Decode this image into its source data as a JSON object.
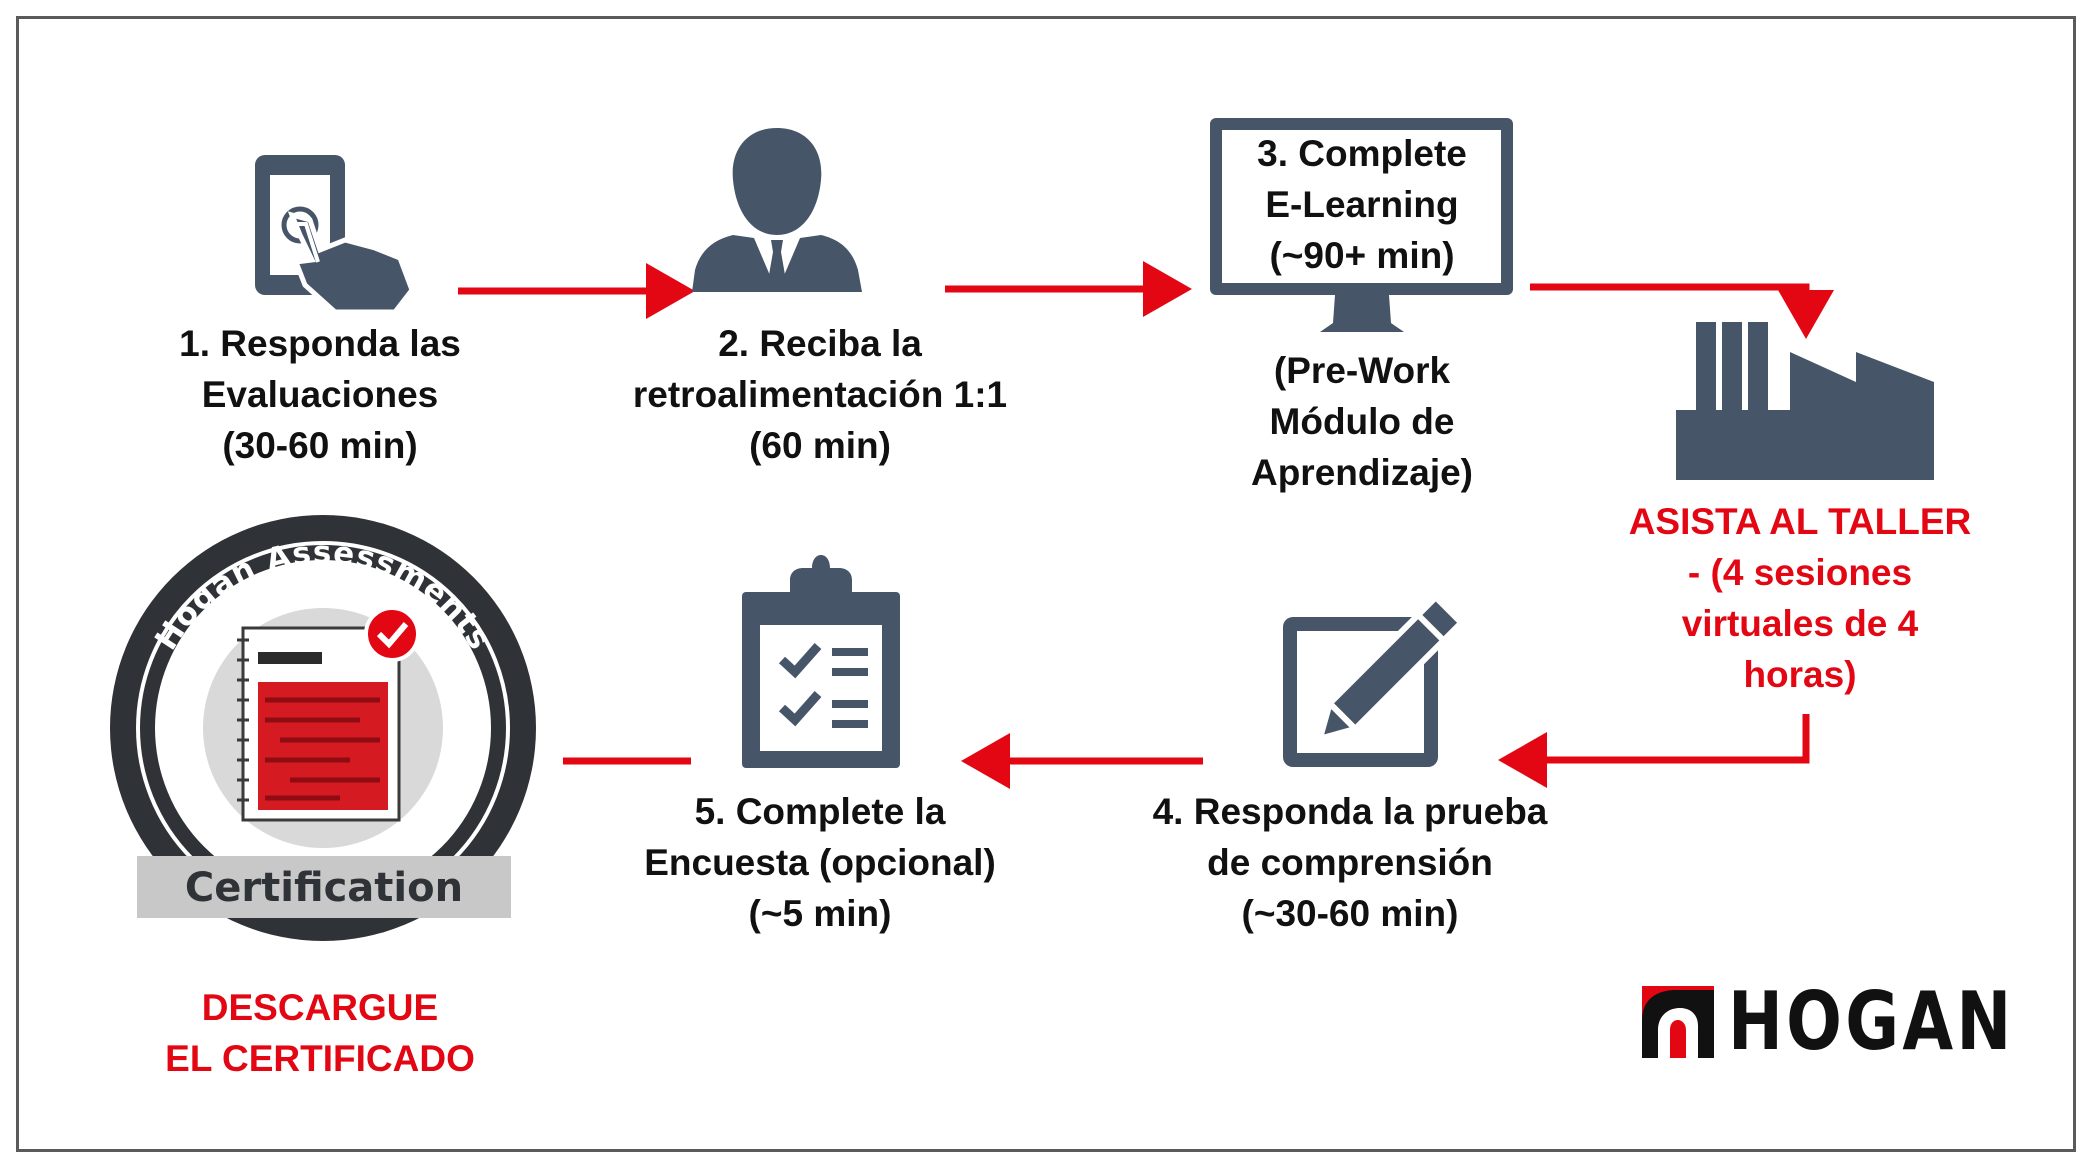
{
  "steps": {
    "step1": {
      "lines": [
        "1. Responda las",
        "Evaluaciones",
        "(30-60 min)"
      ]
    },
    "step2": {
      "lines": [
        "2. Reciba la",
        "retroalimentación 1:1",
        "(60 min)"
      ]
    },
    "step3": {
      "screen_lines": [
        "3. Complete",
        "E-Learning",
        "(~90+ min)"
      ],
      "lines": [
        "(Pre-Work",
        "Módulo de",
        "Aprendizaje)"
      ]
    },
    "workshop": {
      "lines": [
        "ASISTA AL TALLER",
        "- (4 sesiones",
        "virtuales de 4",
        "horas)"
      ]
    },
    "step4": {
      "lines": [
        "4. Responda la prueba",
        "de comprensión",
        "(~30-60 min)"
      ]
    },
    "step5": {
      "lines": [
        "5. Complete la",
        "Encuesta (opcional)",
        "(~5 min)"
      ]
    },
    "certificate": {
      "lines": [
        "DESCARGUE",
        "EL CERTIFICADO"
      ]
    }
  },
  "badge": {
    "arc_text": "Hogan Assessments",
    "banner": "Certification"
  },
  "logo": {
    "text": "HOGAN"
  },
  "colors": {
    "accent": "#e30613",
    "icon": "#475569",
    "text": "#111111",
    "frame": "#5a5a5a"
  },
  "icons": [
    "tablet-touch-icon",
    "person-icon",
    "monitor-icon",
    "factory-icon",
    "pencil-paper-icon",
    "checklist-clipboard-icon",
    "certification-badge-icon"
  ]
}
